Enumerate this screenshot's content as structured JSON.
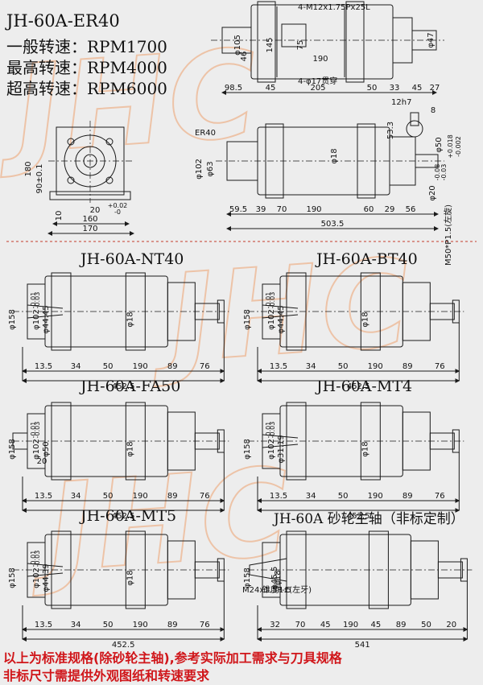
{
  "header": {
    "model": "JH-60A-ER40",
    "speed_general": "一般转速：RPM1700",
    "speed_max": "最高转速：RPM4000",
    "speed_ultra": "超高转速：RPM6000"
  },
  "top_side": {
    "labels": [
      "4-M12x1.75Px25L",
      "4-φ17贯穿",
      "φ47",
      "φ105",
      "145",
      "75",
      "46",
      "190"
    ],
    "dims": [
      "98.5",
      "45",
      "205",
      "50",
      "33",
      "45",
      "27"
    ]
  },
  "end_view": {
    "labels": [
      "180",
      "90±0.1",
      "10",
      "20",
      "+0.02",
      "-0",
      "160",
      "170"
    ]
  },
  "er40_view": {
    "labels": [
      "ER40",
      "φ102",
      "φ63",
      "φ18",
      "12h7",
      "8",
      "53.3",
      "φ50",
      "+0.018",
      "-0.002",
      "φ20",
      "-0.08",
      "-0.03",
      "M50*P1.5(左旋)"
    ],
    "dims": [
      "59.5",
      "39",
      "70",
      "190",
      "60",
      "29",
      "56",
      "503.5"
    ]
  },
  "views": [
    {
      "title": "JH-60A-NT40",
      "labels": [
        "φ158",
        "φ102",
        "-0.01",
        "-0.03",
        "φ44.45",
        "φ18"
      ],
      "dims": [
        "13.5",
        "34",
        "50",
        "190",
        "89",
        "76"
      ],
      "total": "452.5"
    },
    {
      "title": "JH-60A-BT40",
      "labels": [
        "φ158",
        "φ102",
        "-0.01",
        "-0.03",
        "φ44.45",
        "φ18"
      ],
      "dims": [
        "13.5",
        "34",
        "50",
        "190",
        "89",
        "76"
      ],
      "total": "452.5"
    },
    {
      "title": "JH-60A-FA50",
      "labels": [
        "φ158",
        "φ102",
        "-0.01",
        "-0.03",
        "φ50",
        "φ18",
        "20"
      ],
      "dims": [
        "13.5",
        "34",
        "50",
        "190",
        "89",
        "76"
      ],
      "total": "452.5"
    },
    {
      "title": "JH-60A-MT4",
      "labels": [
        "φ158",
        "φ102",
        "-0.01",
        "-0.03",
        "φ31.19",
        "φ18"
      ],
      "dims": [
        "13.5",
        "34",
        "50",
        "190",
        "89",
        "76"
      ],
      "total": "452.5"
    },
    {
      "title": "JH-60A-MT5",
      "labels": [
        "φ158",
        "φ102",
        "-0.01",
        "-0.03",
        "φ44.39",
        "φ18"
      ],
      "dims": [
        "13.5",
        "34",
        "50",
        "190",
        "89",
        "76"
      ],
      "total": "452.5"
    },
    {
      "title": "JH-60A 砂轮主轴（非标定制）",
      "labels": [
        "φ158",
        "锥度1:5",
        "φ45.5",
        "φ18",
        "M24x1.5P-L(左牙)"
      ],
      "dims": [
        "32",
        "70",
        "45",
        "190",
        "45",
        "89",
        "50",
        "20"
      ],
      "total": "541"
    }
  ],
  "footer": {
    "line1": "以上为标准规格(除砂轮主轴),参考实际加工需求与刀具规格",
    "line2": "非标尺寸需提供外观图纸和转速要求"
  },
  "colors": {
    "line": "#1a1a1a",
    "note": "#d0161a",
    "watermark": "#eca06e",
    "background": "#ededed"
  }
}
